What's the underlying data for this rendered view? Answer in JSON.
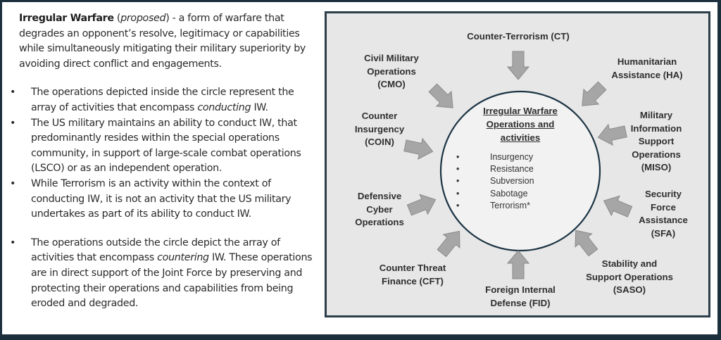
{
  "definition": {
    "term": "Irregular Warfare",
    "qualifier": "proposed",
    "text": " - a form of warfare that degrades an opponent’s resolve, legitimacy or capabilities while simultaneously mitigating their military superiority by avoiding direct conflict and engagements."
  },
  "bullets_conducting": [
    {
      "before": "The operations depicted inside the circle represent the array of activities that encompass ",
      "emph": "conducting",
      "after": " IW."
    },
    {
      "before": "The US military maintains an ability to conduct IW, that predominantly resides within the special operations community, in support of large-scale combat operations (LSCO) or as an independent operation.",
      "emph": "",
      "after": ""
    },
    {
      "before": "While Terrorism is an activity within the context of conducting IW, it is not an activity that the US military undertakes as part of its ability to conduct IW.",
      "emph": "",
      "after": ""
    }
  ],
  "bullets_countering": [
    {
      "before": "The operations outside the circle depict the array of activities that encompass ",
      "emph": "countering",
      "after": " IW.  These operations are in direct support of the Joint Force by preserving and protecting their operations and capabilities from being eroded and degraded."
    }
  ],
  "bullet_glyph": "•",
  "diagram": {
    "circle_title_lines": [
      "Irregular Warfare",
      "Operations and",
      "activities"
    ],
    "circle_items": [
      "Insurgency",
      "Resistance",
      "Subversion",
      "Sabotage",
      "Terrorism*"
    ],
    "outer_operations": [
      {
        "id": "ct",
        "lines": [
          "Counter-Terrorism (CT)"
        ]
      },
      {
        "id": "ha",
        "lines": [
          "Humanitarian",
          "Assistance (HA)"
        ]
      },
      {
        "id": "miso",
        "lines": [
          "Military",
          "Information",
          "Support",
          "Operations",
          "(MISO)"
        ]
      },
      {
        "id": "sfa",
        "lines": [
          "Security",
          "Force",
          "Assistance",
          "(SFA)"
        ]
      },
      {
        "id": "saso",
        "lines": [
          "Stability and",
          "Support Operations",
          "(SASO)"
        ]
      },
      {
        "id": "fid",
        "lines": [
          "Foreign Internal",
          "Defense (FID)"
        ]
      },
      {
        "id": "cft",
        "lines": [
          "Counter Threat",
          "Finance (CFT)"
        ]
      },
      {
        "id": "dco",
        "lines": [
          "Defensive",
          "Cyber",
          "Operations"
        ]
      },
      {
        "id": "coin",
        "lines": [
          "Counter",
          "Insurgency",
          "(COIN)"
        ]
      },
      {
        "id": "cmo",
        "lines": [
          "Civil Military",
          "Operations",
          "(CMO)"
        ]
      }
    ],
    "colors": {
      "background": "#e7e7e7",
      "circle_fill": "#f2f2f2",
      "circle_stroke": "#1c3444",
      "arrow_fill": "#a6a6a6",
      "arrow_stroke": "#8a8a8a",
      "frame": "#1b2f3d"
    }
  }
}
